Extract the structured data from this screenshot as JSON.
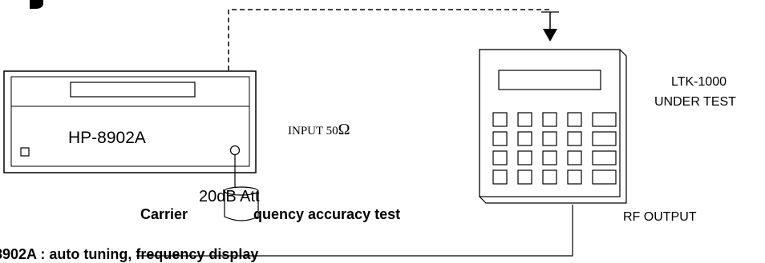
{
  "analyzer": {
    "label": "HP-8902A"
  },
  "dut": {
    "model_label": "LTK-1000",
    "status_label": "UNDER TEST"
  },
  "labels": {
    "input": "INPUT 50",
    "ohm_symbol": "Ω",
    "attenuator": "20dB Att",
    "rf_output": "RF OUTPUT"
  },
  "caption": {
    "title_pre": "Carrier ",
    "title_post": "quency accuracy test",
    "setup_note": "8902A : auto tuning, frequency display"
  },
  "keypad": {
    "rows": 4,
    "columns": 5
  }
}
